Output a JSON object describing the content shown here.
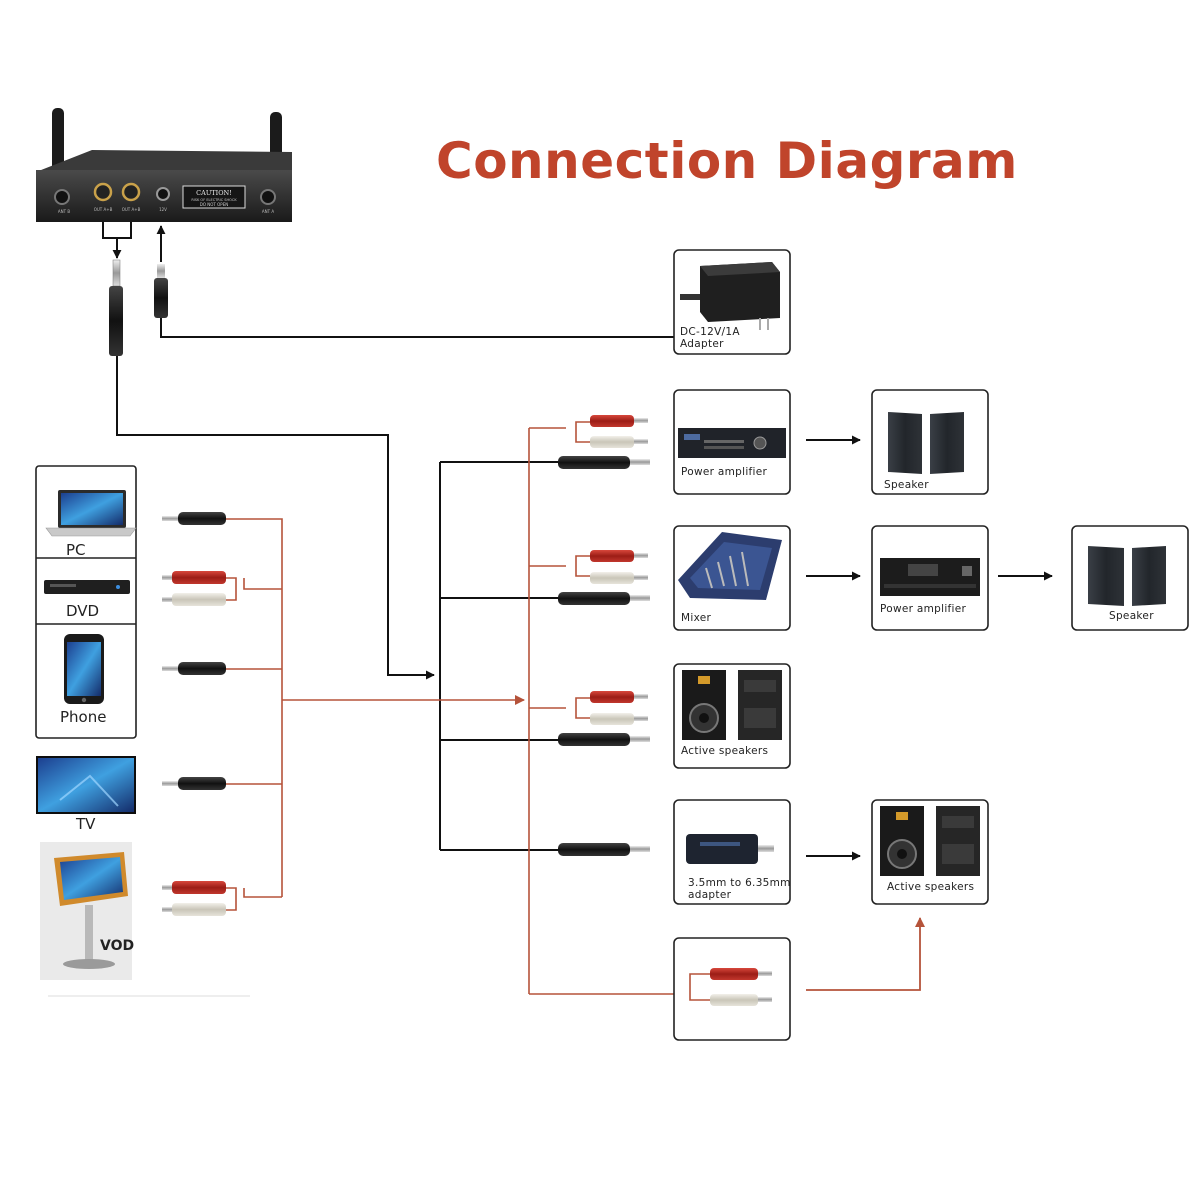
{
  "title": "Connection Diagram",
  "receiver": {
    "caution_title": "CAUTION!",
    "caution_line1": "RISK OF ELECTRIC SHOCK",
    "caution_line2": "DO NOT OPEN",
    "jack_labels": [
      "ANT B",
      "OUT A+B",
      "OUT A+B",
      "12V",
      "ANT A"
    ]
  },
  "sources": {
    "pc": "PC",
    "dvd": "DVD",
    "phone": "Phone",
    "tv": "TV",
    "vod": "VOD"
  },
  "outputs": {
    "adapter_line1": "DC-12V/1A",
    "adapter_line2": "Adapter",
    "power_amplifier_1": "Power amplifier",
    "speaker_1": "Speaker",
    "mixer": "Mixer",
    "power_amplifier_2": "Power amplifier",
    "speaker_2": "Speaker",
    "active_speakers_1": "Active speakers",
    "jack_adapter_line1": "3.5mm to 6.35mm",
    "jack_adapter_line2": "adapter",
    "active_speakers_2": "Active speakers"
  },
  "colors": {
    "title": "#c0442b",
    "audio_line_red": "#b5533a",
    "signal_line_black": "#111111",
    "rca_red": "#b8261e",
    "rca_white": "#d9d6cc"
  }
}
